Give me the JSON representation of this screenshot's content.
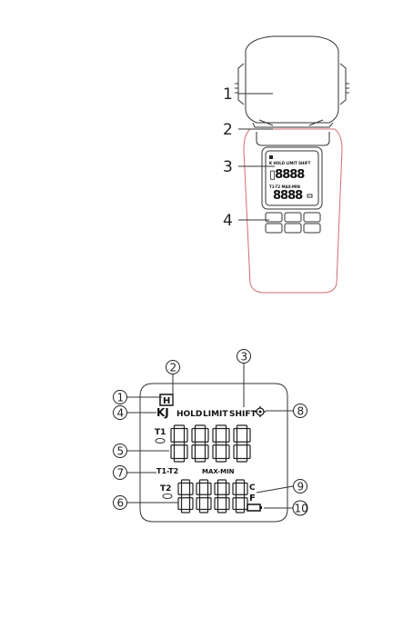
{
  "device_callouts": [
    {
      "number": "1"
    },
    {
      "number": "2"
    },
    {
      "number": "3"
    },
    {
      "number": "4"
    }
  ],
  "lcd_callouts": [
    {
      "number": "1"
    },
    {
      "number": "2"
    },
    {
      "number": "3"
    },
    {
      "number": "4"
    },
    {
      "number": "5"
    },
    {
      "number": "6"
    },
    {
      "number": "7"
    },
    {
      "number": "8"
    },
    {
      "number": "9"
    },
    {
      "number": "10"
    }
  ],
  "lcd": {
    "hold_icon": "H",
    "units": "KJ",
    "hold_label": "HOLD",
    "limit_label": "LIMIT",
    "shift_label": "SHIFT",
    "t1_label": "T1",
    "t2_label": "T2",
    "diff_label": "T1-T2",
    "maxmin_label": "MAX-MIN",
    "f_label": "F",
    "c_label": "C"
  },
  "colors": {
    "outline": "#333333",
    "accent_pink": "#d26c74"
  },
  "icons": {
    "shift_symbol": "gear-icon",
    "battery": "battery-icon"
  }
}
